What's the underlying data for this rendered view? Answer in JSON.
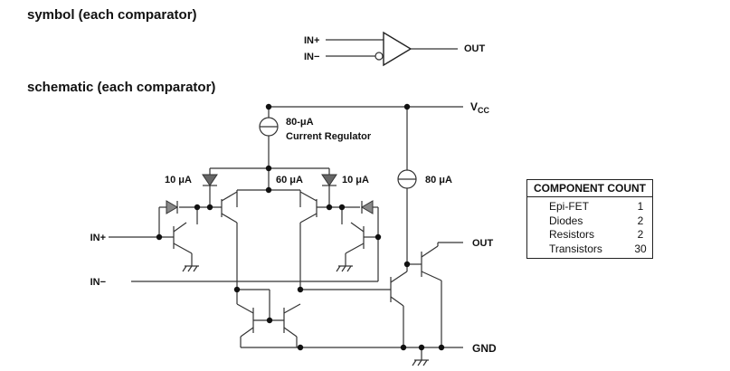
{
  "symbol_heading": "symbol (each comparator)",
  "schematic_heading": "schematic (each comparator)",
  "symbol": {
    "in_plus": "IN+",
    "in_minus": "IN−",
    "out": "OUT"
  },
  "schematic": {
    "vcc": "V",
    "vcc_sub": "CC",
    "gnd": "GND",
    "out": "OUT",
    "in_plus": "IN+",
    "in_minus": "IN−",
    "regulator_value": "80-μA",
    "regulator_label": "Current Regulator",
    "source_80": "80 μA",
    "source_10_left": "10 μA",
    "source_60": "60 μA",
    "source_10_right": "10 μA"
  },
  "component_count": {
    "title": "COMPONENT COUNT",
    "rows": [
      {
        "name": "Epi-FET",
        "count": "1"
      },
      {
        "name": "Diodes",
        "count": "2"
      },
      {
        "name": "Resistors",
        "count": "2"
      },
      {
        "name": "Transistors",
        "count": "30"
      }
    ]
  }
}
